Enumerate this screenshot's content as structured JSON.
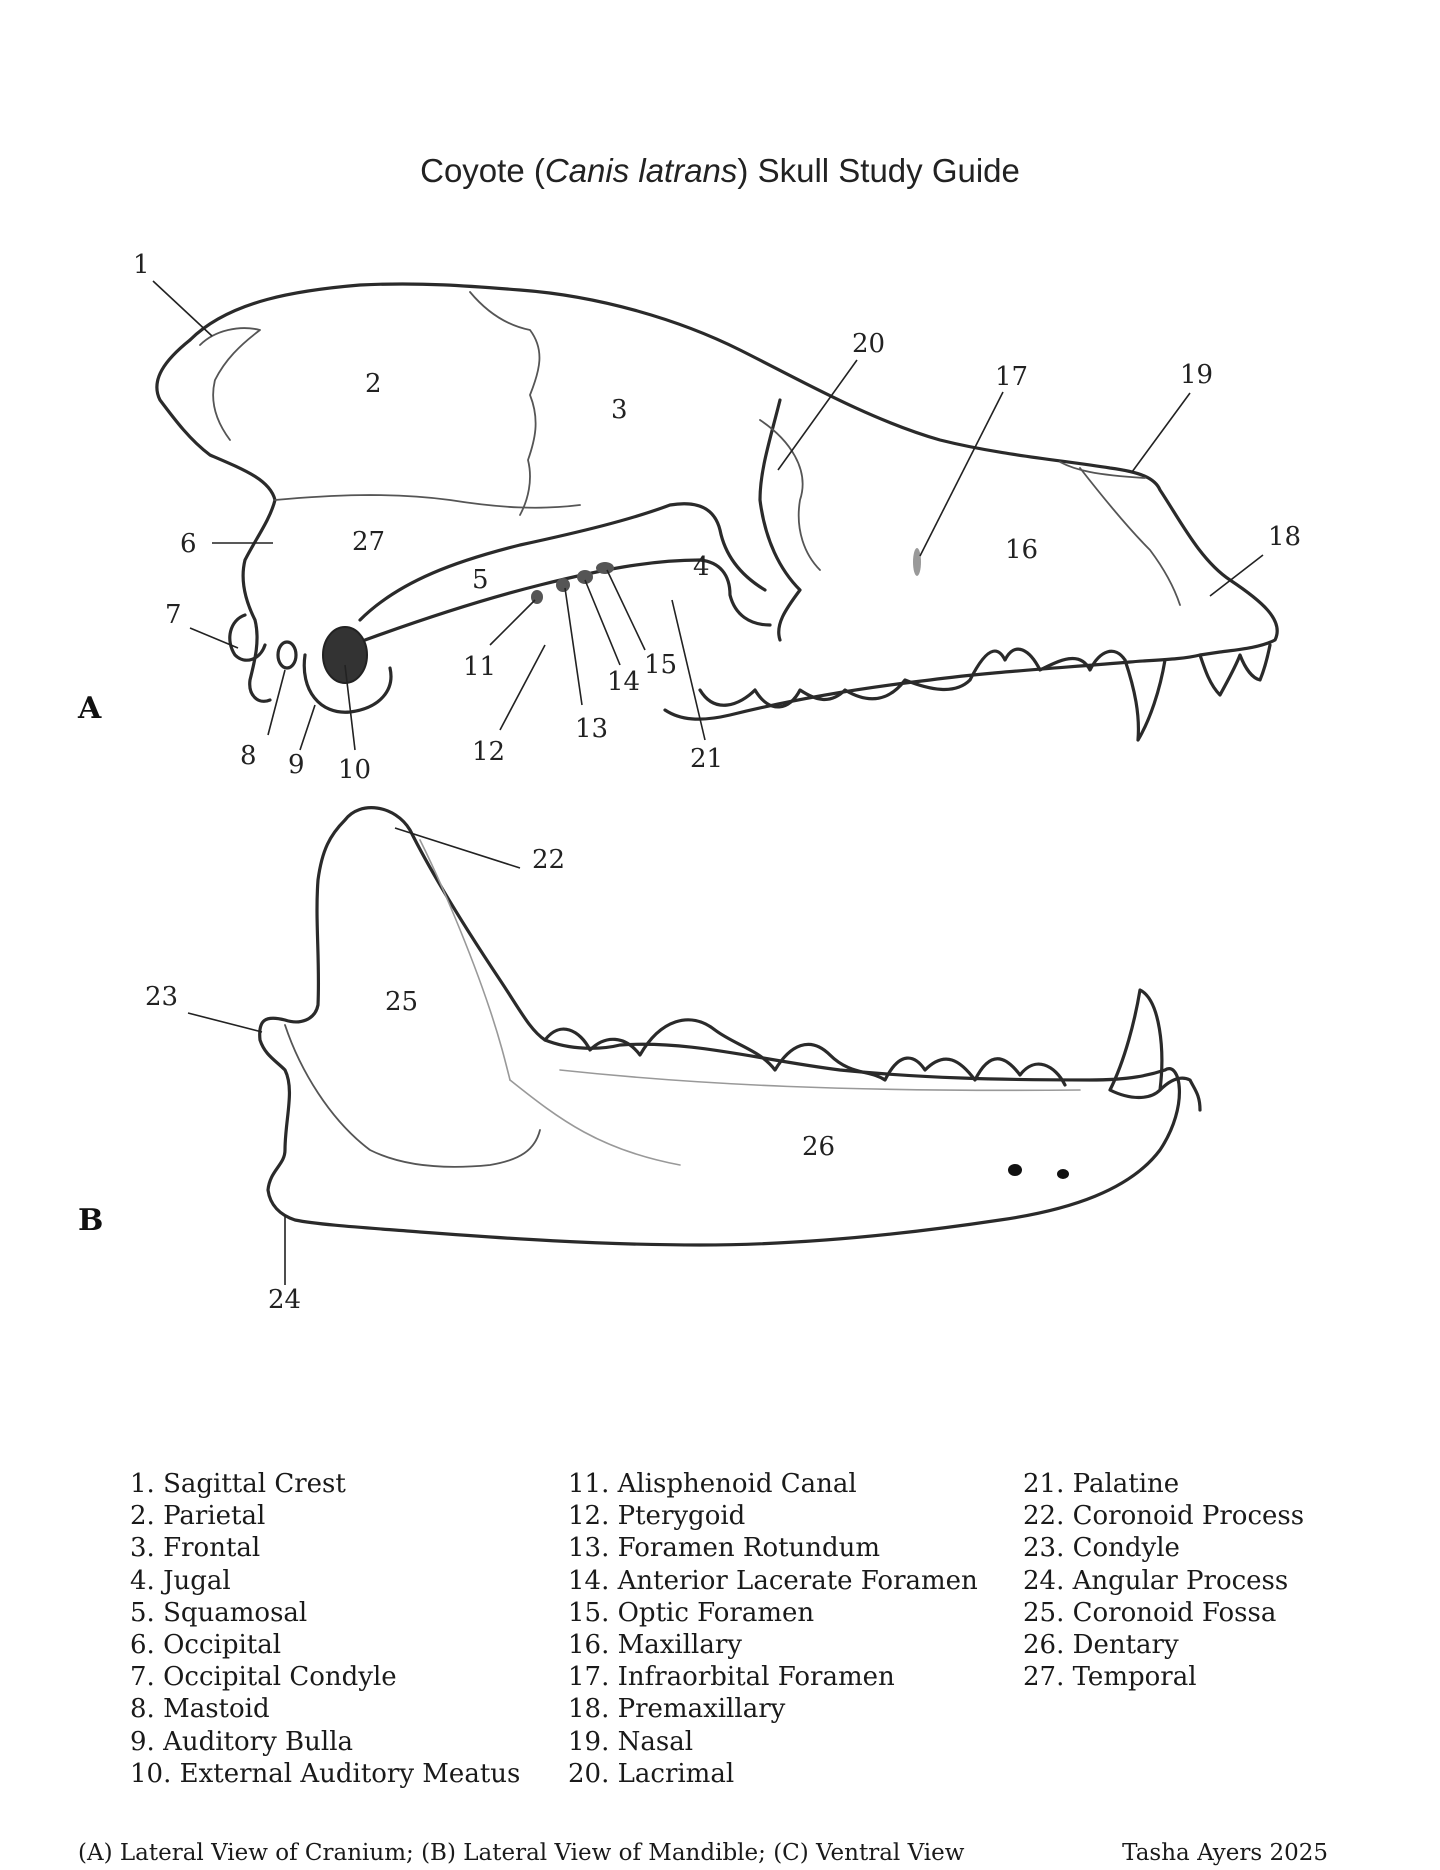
{
  "title": {
    "prefix": "Coyote (",
    "species": "Canis latrans",
    "suffix": ") Skull Study Guide"
  },
  "panels": {
    "a": "A",
    "b": "B"
  },
  "figure_labels": [
    "1",
    "2",
    "3",
    "4",
    "5",
    "6",
    "7",
    "8",
    "9",
    "10",
    "11",
    "12",
    "13",
    "14",
    "15",
    "16",
    "17",
    "18",
    "19",
    "20",
    "21",
    "22",
    "23",
    "24",
    "25",
    "26",
    "27"
  ],
  "legend": {
    "col1": [
      "1.  Sagittal Crest",
      "2.  Parietal",
      "3.  Frontal",
      "4.  Jugal",
      "5.  Squamosal",
      "6.  Occipital",
      "7.  Occipital Condyle",
      "8.  Mastoid",
      "9.  Auditory Bulla",
      "10. External Auditory Meatus"
    ],
    "col2": [
      "11. Alisphenoid Canal",
      "12. Pterygoid",
      "13. Foramen Rotundum",
      "14. Anterior Lacerate Foramen",
      "15. Optic Foramen",
      "16. Maxillary",
      "17. Infraorbital Foramen",
      "18. Premaxillary",
      "19. Nasal",
      "20. Lacrimal"
    ],
    "col3": [
      "21. Palatine",
      "22. Coronoid Process",
      "23. Condyle",
      "24. Angular Process",
      "25. Coronoid Fossa",
      "26. Dentary",
      "27. Temporal"
    ]
  },
  "footer": {
    "caption": "(A) Lateral View of Cranium; (B) Lateral View of Mandible; (C) Ventral View",
    "credit": "Tasha Ayers 2025"
  }
}
